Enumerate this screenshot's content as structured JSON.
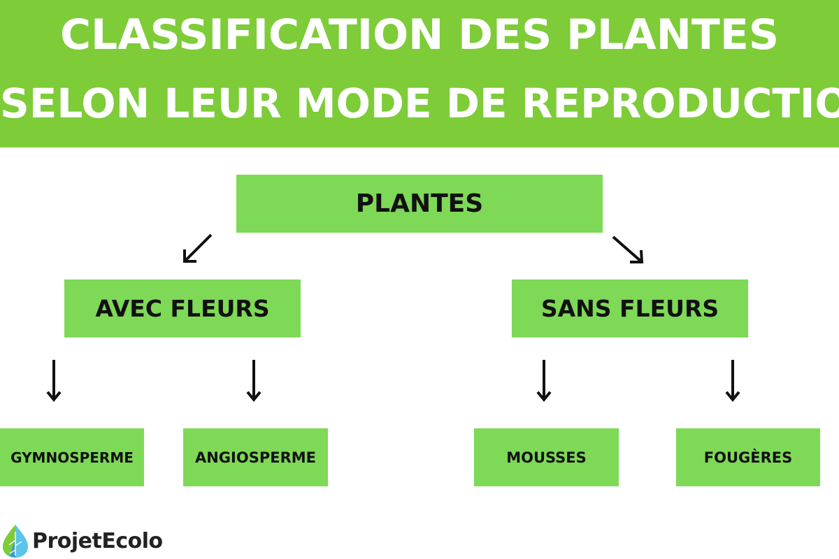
{
  "header": {
    "line1": "CLASSIFICATION DES PLANTES",
    "line2": "SELON LEUR MODE DE REPRODUCTION"
  },
  "tree": {
    "root": "PLANTES",
    "with_flowers": {
      "label": "AVEC FLEURS",
      "children": [
        "GYMNOSPERME",
        "ANGIOSPERME"
      ]
    },
    "without_flowers": {
      "label": "SANS FLEURS",
      "children": [
        "MOUSSES",
        "FOUGÈRES"
      ]
    }
  },
  "logo": {
    "text": "ProjetEcolo"
  },
  "colors": {
    "header_bg": "#7dcc38",
    "box_bg": "#7ed957",
    "text_dark": "#111111",
    "header_text": "#ffffff"
  }
}
